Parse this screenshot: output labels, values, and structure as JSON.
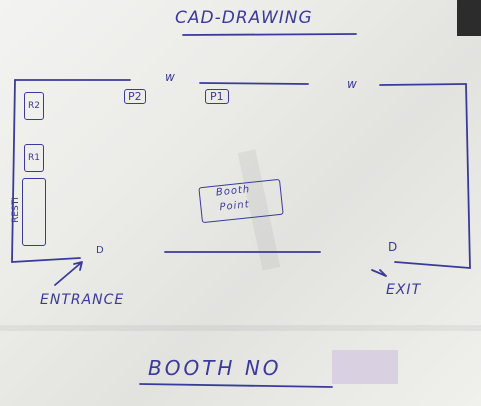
{
  "header": {
    "title": "CAD-DRAWING"
  },
  "labels": {
    "p2": "P2",
    "p1": "P1",
    "w1": "w",
    "w2": "w",
    "r1": "R1",
    "r2": "R2",
    "resti": "RESTI",
    "booth_point": [
      "Booth",
      "Point"
    ],
    "d1": "D",
    "d2": "D",
    "entrance": "ENTRANCE",
    "exit": "EXIT"
  },
  "footer": {
    "booth_no": "BOOTH NO"
  },
  "colors": {
    "ink": "#3a3a9a",
    "paper": "#efefec",
    "redaction": "#d9d1e2"
  }
}
